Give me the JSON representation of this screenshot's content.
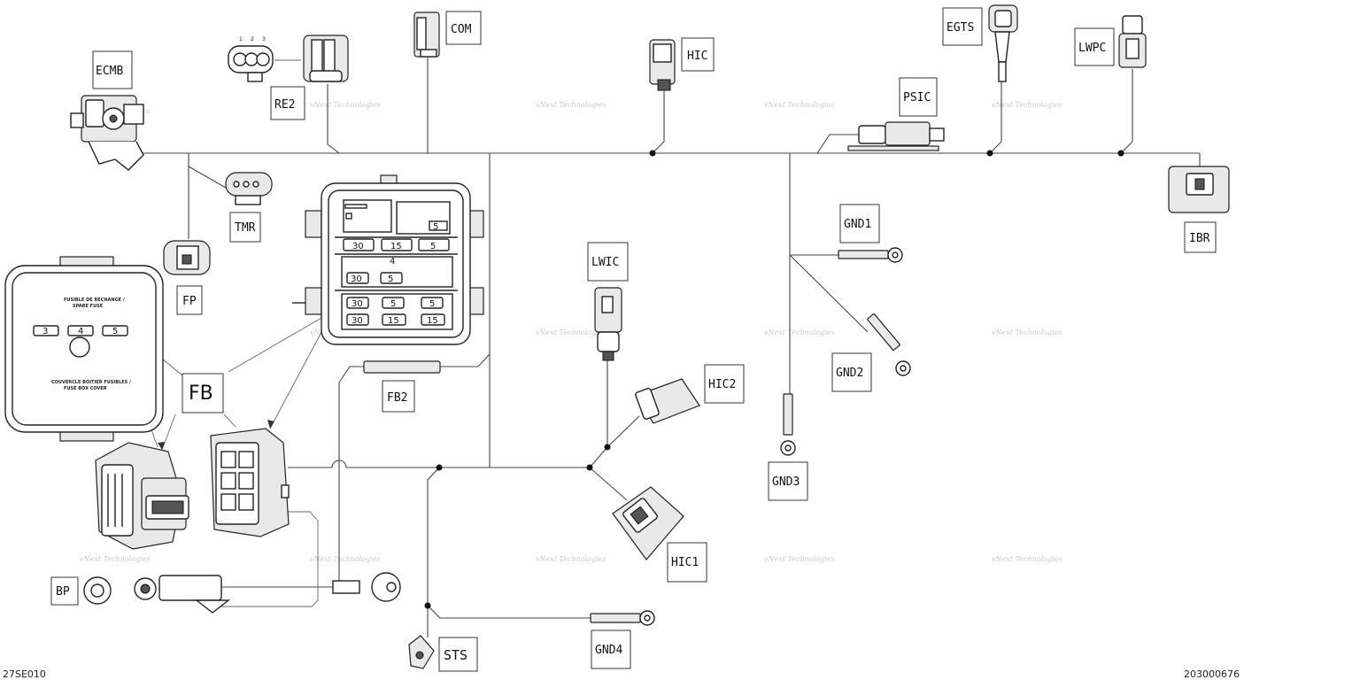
{
  "labels": {
    "ecmb": "ECMB",
    "re2": "RE2",
    "com": "COM",
    "hic": "HIC",
    "psic": "PSIC",
    "egts": "EGTS",
    "lwpc": "LWPC",
    "ibr": "IBR",
    "tmr": "TMR",
    "fp": "FP",
    "fb": "FB",
    "fb2": "FB2",
    "lwic": "LWIC",
    "hic2": "HIC2",
    "hic1": "HIC1",
    "gnd1": "GND1",
    "gnd2": "GND2",
    "gnd3": "GND3",
    "gnd4": "GND4",
    "bp": "BP",
    "sts": "STS"
  },
  "re2_pins": [
    "1",
    "2",
    "3"
  ],
  "fuse_box": {
    "row1": [
      "30",
      "15",
      "5"
    ],
    "row2_top": [
      "4"
    ],
    "row2": [
      "30",
      "5"
    ],
    "row3_top": [
      "30",
      "5",
      "5"
    ],
    "row3": [
      "30",
      "15",
      "15"
    ],
    "top_fuse": "5"
  },
  "cover": {
    "title_line1": "FUSIBLE DE RECHANGE /",
    "title_line2": "SPARE FUSE",
    "fuses": [
      "3",
      "4",
      "5"
    ],
    "bottom_line1": "COUVERCLE BOITIER FUSIBLES /",
    "bottom_line2": "FUSE BOX COVER"
  },
  "watermark": "vNext Technologies",
  "footer": {
    "left_code": "27SE010",
    "right_code": "203000676"
  }
}
